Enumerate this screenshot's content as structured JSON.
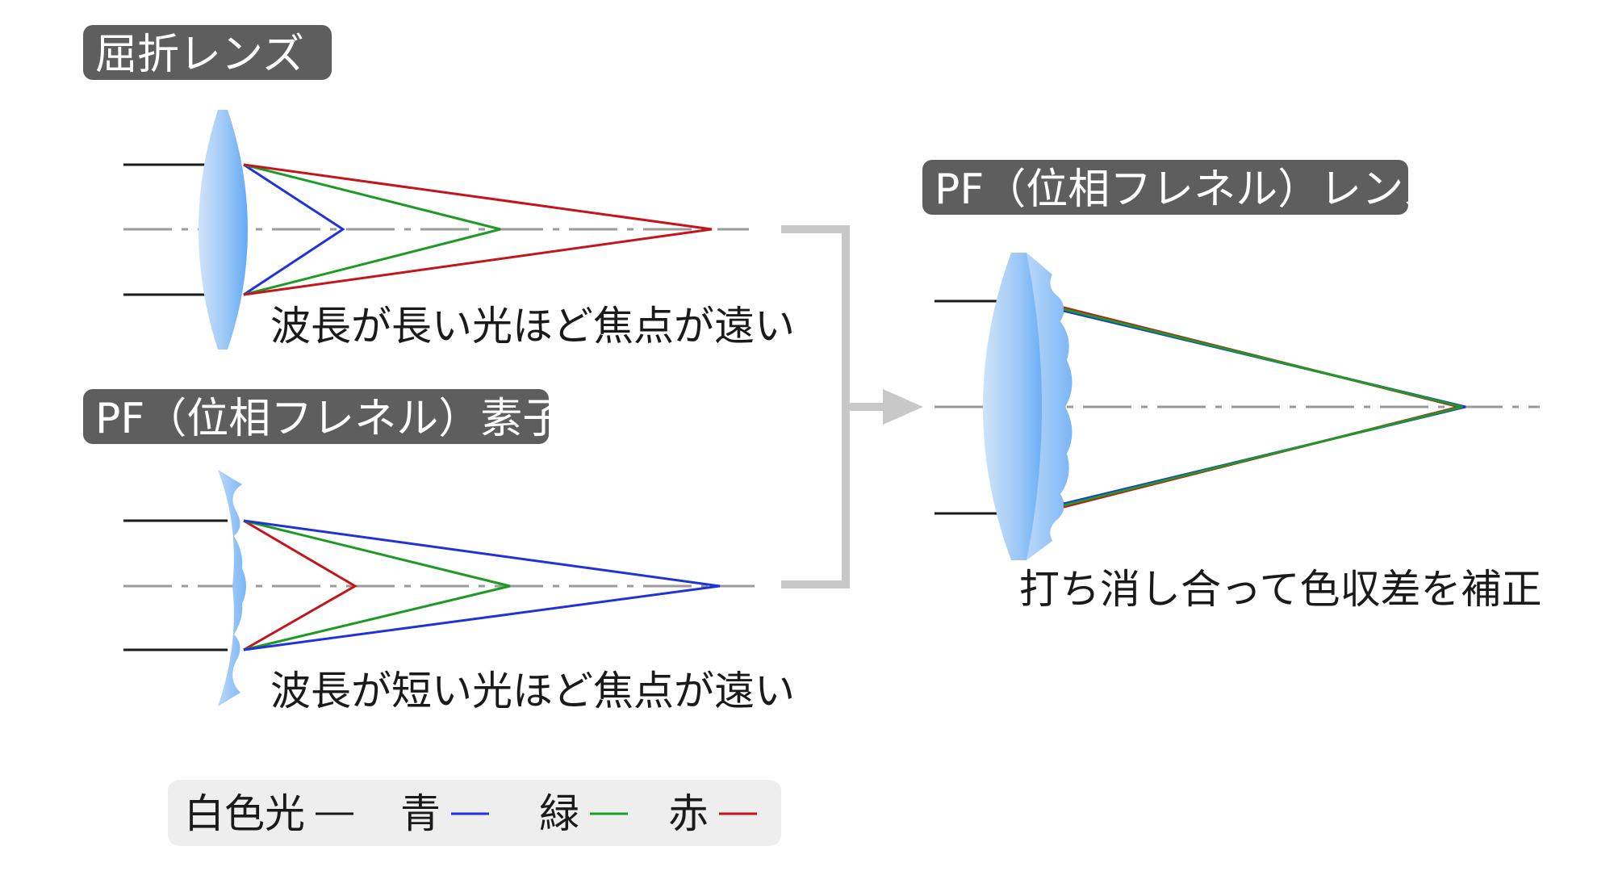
{
  "labels": {
    "refractive_lens": "屈折レンズ",
    "pf_element": "PF（位相フレネル）素子",
    "pf_lens": "PF（位相フレネル）レンズ"
  },
  "captions": {
    "refractive": "波長が長い光ほど焦点が遠い",
    "pf_element": "波長が短い光ほど焦点が遠い",
    "pf_lens": "打ち消し合って色収差を補正"
  },
  "legend": [
    {
      "label": "白色光",
      "color": "#1a1a1a"
    },
    {
      "label": "青",
      "color": "#1f33d6"
    },
    {
      "label": "緑",
      "color": "#1e9a24"
    },
    {
      "label": "赤",
      "color": "#c4151c"
    }
  ],
  "colors": {
    "white_light": "#1a1a1a",
    "blue": "#1f33d6",
    "green": "#1e9a24",
    "red": "#c4151c",
    "axis": "#9b9b9b",
    "bracket": "#c8c8c8",
    "tag_bg": "#5e5e5e",
    "legend_bg": "#eeeeee",
    "lens_light": "#c6dcf7",
    "lens_dark": "#6fb0f6"
  }
}
